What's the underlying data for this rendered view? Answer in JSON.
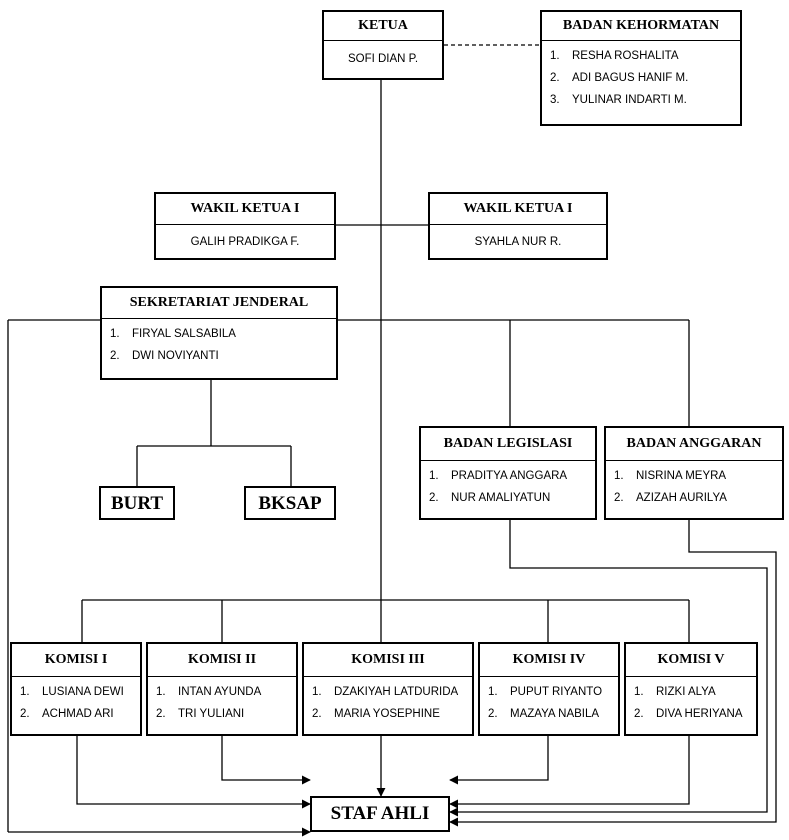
{
  "ketua": {
    "title": "KETUA",
    "name": "SOFI DIAN P."
  },
  "badan_kehormatan": {
    "title": "BADAN KEHORMATAN",
    "members": [
      "RESHA ROSHALITA",
      "ADI BAGUS HANIF M.",
      "YULINAR INDARTI M."
    ]
  },
  "wakil_ketua_left": {
    "title": "WAKIL KETUA I",
    "name": "GALIH PRADIKGA F."
  },
  "wakil_ketua_right": {
    "title": "WAKIL KETUA I",
    "name": "SYAHLA NUR  R."
  },
  "sekretariat": {
    "title": "SEKRETARIAT JENDERAL",
    "members": [
      "FIRYAL SALSABILA",
      "DWI NOVIYANTI"
    ]
  },
  "burt": {
    "title": "BURT"
  },
  "bksap": {
    "title": "BKSAP"
  },
  "badan_legislasi": {
    "title": "BADAN LEGISLASI",
    "members": [
      "PRADITYA ANGGARA",
      "NUR AMALIYATUN"
    ]
  },
  "badan_anggaran": {
    "title": "BADAN ANGGARAN",
    "members": [
      "NISRINA MEYRA",
      "AZIZAH AURILYA"
    ]
  },
  "komisi": [
    {
      "title": "KOMISI I",
      "members": [
        "LUSIANA DEWI",
        "ACHMAD ARI"
      ]
    },
    {
      "title": "KOMISI II",
      "members": [
        "INTAN AYUNDA",
        "TRI YULIANI"
      ]
    },
    {
      "title": "KOMISI III",
      "members": [
        "DZAKIYAH LATDURIDA",
        "MARIA YOSEPHINE"
      ]
    },
    {
      "title": "KOMISI IV",
      "members": [
        "PUPUT RIYANTO",
        "MAZAYA NABILA"
      ]
    },
    {
      "title": "KOMISI V",
      "members": [
        "RIZKI ALYA",
        "DIVA HERIYANA"
      ]
    }
  ],
  "staf_ahli": {
    "title": "STAF AHLI"
  },
  "list_numbers": [
    "1.",
    "2.",
    "3."
  ]
}
